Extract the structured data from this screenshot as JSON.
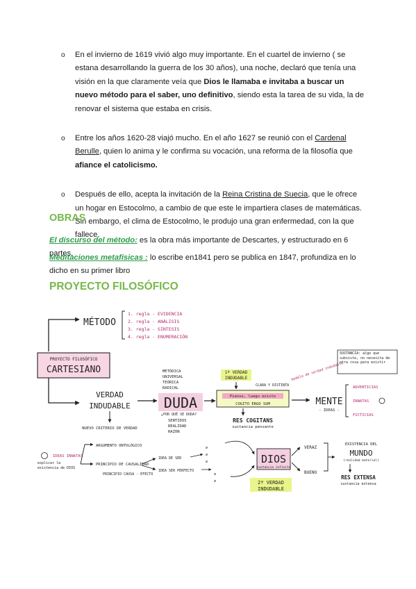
{
  "bullets": [
    {
      "part1": "En el invierno de 1619 vivió algo muy importante. En el cuartel de invierno ( se estana desarrollando la guerra de los 30 años), una noche, declaró que tenía una visión en la que claramente veía que ",
      "bold": "Dios le llamaba e invitaba a buscar un nuevo método para el saber, uno definitivo",
      "part2": ", siendo esta la tarea de su vida, la de renovar el sistema que estaba en crisis."
    },
    {
      "part1": "Entre los años 1620-28 viajó mucho. En el año 1627 se reunió con el ",
      "underline": "Cardenal Berulle",
      "part2": ", quien lo anima y le confirma su vocación, una reforma de la filosofía que ",
      "bold": "afiance el catolicismo."
    },
    {
      "part1": "Después de ello, acepta la invitación de la ",
      "underline": "Reina Cristina de Suecia",
      "part2": ", que le ofrece un hogar en Estocolmo, a cambio de que este le impartiera clases de matemáticas. Sin embargo, el clima de Estocolmo, le produjo una gran enfermedad, con la que fallece."
    }
  ],
  "obras": {
    "heading": "OBRAS",
    "items": [
      {
        "title": "El discurso del método:",
        "text": " es la obra más importante de Descartes, y estructurado en 6 partes."
      },
      {
        "title": "Meditaciones metafísicas :",
        "text": " lo escribe en1841 pero se publica en 1847, profundiza en lo dicho en su primer libro"
      }
    ]
  },
  "proyecto_heading": "PROYECTO FILOSÓFICO",
  "map": {
    "metodo": "MÉTODO",
    "reglas": [
      "1. regla - EVIDENCIA",
      "2. regla - ANÁLISIS",
      "3. regla - SÍNTESIS",
      "4. regla - ENUMERACIÓN"
    ],
    "proyecto_small": "PROYECTO FILOSÓFICO",
    "cartesiano": "CARTESIANO",
    "verdad1": "VERDAD",
    "verdad2": "INDUDABLE",
    "nuevo_criterio": "NUEVO CRITERIO DE VERDAD",
    "duda": "DUDA",
    "duda_attrs": [
      "METÓDICA",
      "UNIVERSAL",
      "TEÓRICA",
      "RADICAL"
    ],
    "por_que": "¿POR QUÉ SE DUDA?",
    "sentidos": [
      "SENTIDOS",
      "REALIDAD",
      "RAZÓN"
    ],
    "primera_verdad1": "1ª VERDAD",
    "primera_verdad2": "INDUDABLE",
    "clara": "CLARA Y DISTINTA",
    "modelo": "modelo de verdad indudable",
    "pienso": "Pienso, luego existo",
    "cogito": "COGITO ERGO SUM",
    "res_cogitans": "RES COGITANS",
    "sustancia_pensante": "sustancia pensante",
    "mente": "MENTE",
    "ideas": "- IDEAS -",
    "ideas_types": [
      "ADVENTICIAS",
      "INNATAS",
      "FICTICIAS"
    ],
    "note": "SUSTANCIA: algo que subsiste, no necesita de otra cosa para existir",
    "ideas_innatas": "IDEAS INNATAS",
    "explicar": "explicar la existencia de DIOS",
    "argumentos": [
      "ARGUMENTO ONTOLÓGICO",
      "PRINCIPIO DE CAUSALIDAD",
      "PRINCIPIO CAUSA - EFECTO"
    ],
    "idea_ser": "IDEA DE SER",
    "idea_perfecto": "IDEA SER PERFECTO",
    "dios": "DIOS",
    "sustancia_infinita": "sustancia infinita",
    "segunda_verdad1": "2ª VERDAD",
    "segunda_verdad2": "INDUDABLE",
    "veraz": "VERAZ",
    "bueno": "BUENO",
    "existencia1": "EXISTENCIA DEL",
    "mundo": "MUNDO",
    "realidad_material": "(realidad material)",
    "res_extensa": "RES EXTENSA",
    "sustancia_extensa": "sustancia extensa"
  }
}
